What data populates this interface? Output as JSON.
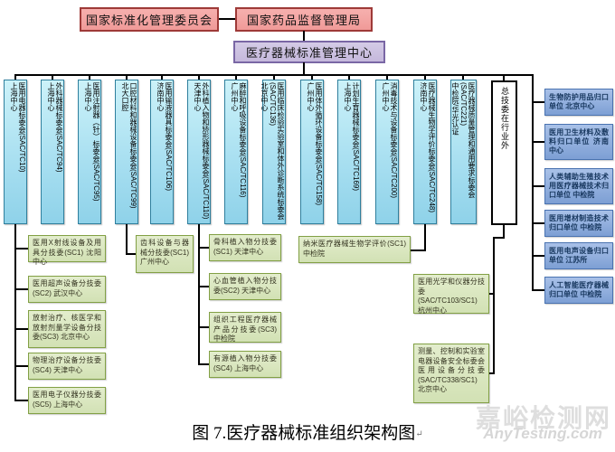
{
  "top": {
    "sac": "国家标准化管理委员会",
    "nmpa": "国家药品监督管理局",
    "center": "医疗器械标准管理中心"
  },
  "committees": [
    {
      "title": "医用电器标委会(SAC/TC10)",
      "location": "上海中心"
    },
    {
      "title": "外科器械标委会(SAC/TC94)",
      "location": "上海中心"
    },
    {
      "title": "医用注射器（针）标委会(SAC/TC95)",
      "location": "上海中心"
    },
    {
      "title": "口腔材料和器械设备标委会(SAC/TC99)",
      "location": "北大口腔"
    },
    {
      "title": "医用输液器具标委会(SAC/TC106)",
      "location": "济南中心"
    },
    {
      "title": "外科植入物和矫形器械标委会(SAC/TC110)",
      "location": "天津中心"
    },
    {
      "title": "麻醉和呼吸设备标委会(SAC/TC116)",
      "location": "广州中心"
    },
    {
      "title": "医用临床检验实验室和体外诊断系统标委会(SAC/TC136)",
      "location": "北京中心"
    },
    {
      "title": "医用体外循环设备标委会(SAC/TC158)",
      "location": "广州中心"
    },
    {
      "title": "计划生育器械标委会(SAC/TC169)",
      "location": "上海中心"
    },
    {
      "title": "消毒技术与设备标委会(SAC/TC200)",
      "location": "广州中心"
    },
    {
      "title": "医疗器械生物学评价标委会(SAC/TC248)",
      "location": "济南中心"
    },
    {
      "title": "医疗器械质量管理和通用要求标委会(SAC/TC221)",
      "location": "中检院/华光认证"
    }
  ],
  "outside_box": "总技委在行业外",
  "sub_tc10": [
    "医用X射线设备及用具分技委(SC1) 沈阳中心",
    "医用超声设备分技委(SC2) 武汉中心",
    "放射治疗、核医学和放射剂量学设备分技委(SC3) 北京中心",
    "物理治疗设备分技委(SC4) 天津中心",
    "医用电子仪器分技委(SC5) 上海中心"
  ],
  "sub_tc99": [
    "齿科设备与器械分技委(SC1) 广州中心"
  ],
  "sub_tc110": [
    "骨科植入物分技委(SC1) 天津中心",
    "心血管植入物分技委(SC2) 天津中心",
    "组织工程医疗器械产品分技委(SC3) 中检院",
    "有源植入物分技委(SC4) 上海中心"
  ],
  "sub_tc248": [
    "纳米医疗器械生物学评价(SC1) 中检院"
  ],
  "sub_outside": [
    "医用光学和仪器分技委 (SAC/TC103/SC1) 杭州中心",
    "测量、控制和实验室电器设备安全标委会医用设备分技委(SAC/TC338/SC1) 北京中心"
  ],
  "focal_units": [
    "生物防护用品归口单位 北京中心",
    "医用卫生材料及敷料归口单位 济南中心",
    "人类辅助生殖技术用医疗器械技术归口单位 中检院",
    "医用增材制造技术归口单位 中检院",
    "医用电声设备归口单位 江苏所",
    "人工智能医疗器械归口单位 中检院"
  ],
  "caption": {
    "text": "图 7.医疗器械标准组织架构图",
    "mark": "↵"
  },
  "watermark": {
    "cn": "嘉峪检测网",
    "en": "AnyTesting.com"
  },
  "colors": {
    "pink_fill": "#f2a3a3",
    "pink_border": "#9e3a38",
    "purple_fill": "#ccc1de",
    "purple_border": "#7a67a5",
    "cyan_fill": "#a6def0",
    "cyan_border": "#2f7f9d",
    "green_fill": "#d7e4bd",
    "green_border": "#82a045",
    "blue_fill": "#8faadc",
    "blue_border": "#4a73b0",
    "line": "#000000"
  }
}
